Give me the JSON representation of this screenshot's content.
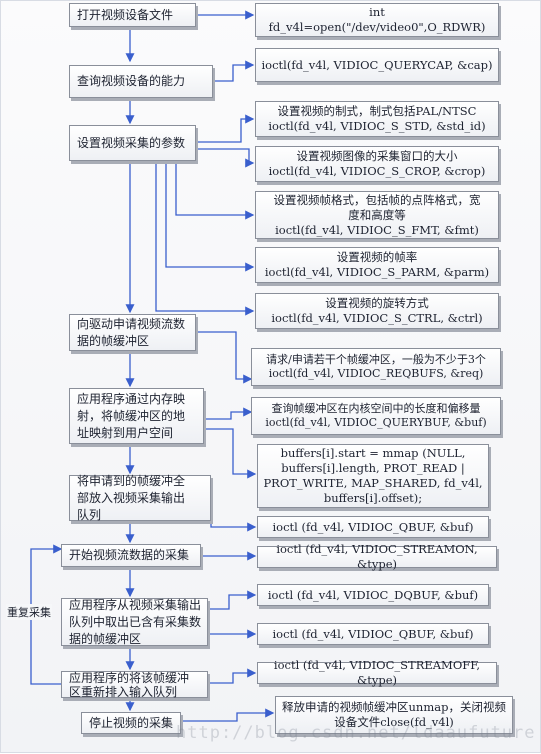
{
  "steps": {
    "open_device": "打开视频设备文件",
    "query_capability": "查询视频设备的能力",
    "set_capture_params": "设置视频采集的参数",
    "request_buffers": "向驱动申请视频流数\n据的帧缓冲区",
    "mmap_buffers": "应用程序通过内存映\n射，将帧缓冲区的地\n址映射到用户空间",
    "queue_all": "将申请到的帧缓冲全\n部放入视频采集输出\n队列",
    "start_stream": "开始视频流数据的采集",
    "dequeue": "应用程序从视频采集输出\n队列中取出已含有采集数\n据的帧缓冲区",
    "requeue": "应用程序的将该帧缓冲\n区重新排入输入队列",
    "stop_stream": "停止视频的采集"
  },
  "calls": {
    "open": "int fd_v4l=open(\"/dev/video0\",O_RDWR)",
    "querycap": "ioctl(fd_v4l, VIDIOC_QUERYCAP, &cap)",
    "s_std": "设置视频的制式，制式包括PAL/NTSC\nioctl(fd_v4l, VIDIOC_S_STD, &std_id)",
    "s_crop": "设置视频图像的采集窗口的大小\nioctl(fd_v4l, VIDIOC_S_CROP, &crop)",
    "s_fmt": "设置视频帧格式，包括帧的点阵格式，宽\n度和高度等\nioctl(fd_v4l, VIDIOC_S_FMT, &fmt)",
    "s_parm": "设置视频的帧率\nioctl(fd_v4l, VIDIOC_S_PARM, &parm)",
    "s_ctrl": "设置视频的旋转方式\nioctl(fd_v4l, VIDIOC_S_CTRL, &ctrl)",
    "reqbufs": "请求/申请若干个帧缓冲区，一般为不少于3个\nioctl(fd_v4l, VIDIOC_REQBUFS, &req)",
    "querybuf": "查询帧缓冲区在内核空间中的长度和偏移量\nioctl(fd_v4l, VIDIOC_QUERYBUF, &buf)",
    "mmap": "buffers[i].start = mmap (NULL,\nbuffers[i].length, PROT_READ |\nPROT_WRITE, MAP_SHARED, fd_v4l,\nbuffers[i].offset);",
    "qbuf_1": "ioctl (fd_v4l, VIDIOC_QBUF, &buf)",
    "streamon": "ioctl (fd_v4l, VIDIOC_STREAMON, &type)",
    "dqbuf": "ioctl (fd_v4l, VIDIOC_DQBUF, &buf)",
    "qbuf_2": "ioctl (fd_v4l, VIDIOC_QBUF, &buf)",
    "streamoff": "ioctl (fd_v4l, VIDIOC_STREAMOFF, &type)",
    "munmap": "释放申请的视频帧缓冲区unmap，关闭视频\n设备文件close(fd_v4l)"
  },
  "loop_label": "重复采集",
  "watermark": "http://blog.csdn.net/ldaaufuture",
  "colors": {
    "connector": "#3a5fcd",
    "box_border": "#8a8f9a",
    "text": "#1d2230"
  }
}
